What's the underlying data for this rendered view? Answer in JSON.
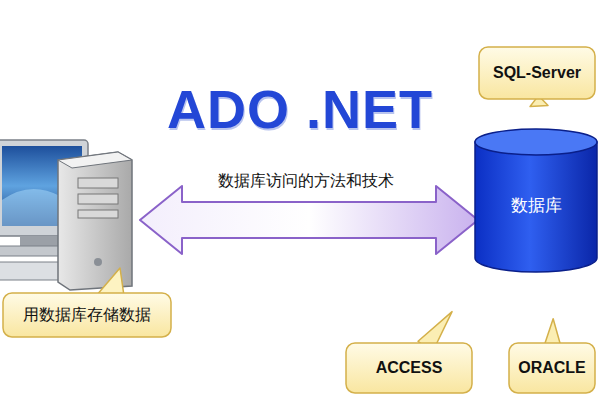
{
  "diagram": {
    "title": "ADO .NET",
    "nodes": [
      {
        "text": [
          "用数据库存储数据"
        ]
      },
      {
        "text": [
          "数据库"
        ]
      },
      {
        "text": [
          "SQL-Server"
        ]
      },
      {
        "text": [
          "ACCESS"
        ]
      },
      {
        "text": [
          "ORACLE"
        ]
      }
    ],
    "edges": [
      {
        "from": 2,
        "to": 1,
        "arrow": "none"
      },
      {
        "from": 3,
        "to": 1,
        "arrow": "none"
      },
      {
        "from": 4,
        "to": 1,
        "arrow": "none"
      }
    ],
    "labels": [
      "数据库访问的方法和技术"
    ]
  }
}
